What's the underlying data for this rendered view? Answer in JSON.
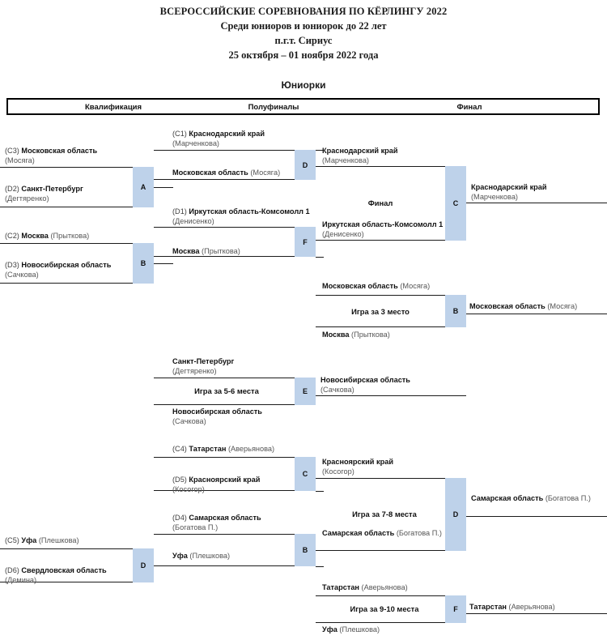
{
  "header": {
    "title_lines": [
      "ВСЕРОССИЙСКИЕ СОРЕВНОВАНИЯ ПО КЁРЛИНГУ 2022",
      "Среди юниоров и юниорок до 22 лет",
      "п.г.т. Сириус",
      "25 октября – 01 ноября 2022 года"
    ],
    "category": "Юниорки",
    "columns": [
      "Квалификация",
      "Полуфиналы",
      "Финал"
    ]
  },
  "colors": {
    "chip": "#bed2ea",
    "line": "#1b1b1b",
    "text": "#111111",
    "coach": "#555555"
  },
  "qualification": [
    {
      "chip": "A",
      "top": {
        "seed": "(C3)",
        "team": "Московская область",
        "coach": "(Мосяга)"
      },
      "bottom": {
        "seed": "(D2)",
        "team": "Санкт-Петербург",
        "coach": "(Дегтяренко)"
      }
    },
    {
      "chip": "B",
      "top": {
        "seed": "(C2)",
        "team": "Москва",
        "coach": "(Прыткова)"
      },
      "bottom": {
        "seed": "(D3)",
        "team": "Новосибирская область",
        "coach": "(Сачкова)"
      }
    },
    {
      "chip": "C",
      "top": {
        "seed": "(C4)",
        "team": "Татарстан",
        "coach": "(Аверьянова)"
      },
      "bottom": {
        "seed": "(D5)",
        "team": "Красноярский край",
        "coach": "(Косогор)"
      }
    },
    {
      "chip": "B",
      "top": {
        "seed": "(D4)",
        "team": "Самарская область",
        "coach": "(Богатова П.)"
      },
      "bottom": {
        "seed": "",
        "team": "Уфа",
        "coach": "(Плешкова)"
      }
    },
    {
      "chip": "D",
      "top": {
        "seed": "(C5)",
        "team": "Уфа",
        "coach": "(Плешкова)"
      },
      "bottom": {
        "seed": "(D6)",
        "team": "Свердловская область",
        "coach": "(Демина)"
      }
    }
  ],
  "semifinals": [
    {
      "chip": "D",
      "top": {
        "seed": "(C1)",
        "team": "Краснодарский край",
        "coach": "(Марченкова)"
      },
      "bottom": {
        "seed": "",
        "team": "Московская область",
        "coach": "(Мосяга)"
      },
      "winner": {
        "team": "Краснодарский край",
        "coach": "(Марченкова)"
      }
    },
    {
      "chip": "F",
      "top": {
        "seed": "(D1)",
        "team": "Иркутская область-Комсомолл 1",
        "coach": "(Денисенко)"
      },
      "bottom": {
        "seed": "",
        "team": "Москва",
        "coach": "(Прыткова)"
      },
      "winner": {
        "team": "Иркутская область-Комсомолл 1",
        "coach": "(Денисенко)"
      }
    }
  ],
  "matches": [
    {
      "id": "final",
      "label": "Финал",
      "chip": "C",
      "top": {
        "team": "Краснодарский край",
        "coach": "(Марченкова)"
      },
      "bottom": {
        "team": "Иркутская область-Комсомолл 1",
        "coach": "(Денисенко)"
      },
      "winner": {
        "team": "Краснодарский край",
        "coach": "(Марченкова)"
      }
    },
    {
      "id": "third-place",
      "label": "Игра за 3 место",
      "chip": "B",
      "top": {
        "team": "Московская область",
        "coach": "(Мосяга)"
      },
      "bottom": {
        "team": "Москва",
        "coach": "(Прыткова)"
      },
      "winner": {
        "team": "Московская область",
        "coach": "(Мосяга)"
      }
    },
    {
      "id": "fifth-sixth",
      "label": "Игра за 5-6 места",
      "chip": "E",
      "top": {
        "team": "Санкт-Петербург",
        "coach": "(Дегтяренко)"
      },
      "bottom": {
        "team": "Новосибирская область",
        "coach": "(Сачкова)"
      },
      "winner": {
        "team": "Новосибирская область",
        "coach": "(Сачкова)"
      }
    },
    {
      "id": "seventh-eighth",
      "label": "Игра за 7-8 места",
      "chip": "D",
      "top": {
        "team": "Красноярский край",
        "coach": "(Косогор)"
      },
      "bottom": {
        "team": "Самарская область",
        "coach": "(Богатова П.)"
      },
      "winner": {
        "team": "Самарская область",
        "coach": "(Богатова П.)"
      }
    },
    {
      "id": "ninth-tenth",
      "label": "Игра за 9-10 места",
      "chip": "F",
      "top": {
        "team": "Татарстан",
        "coach": "(Аверьянова)"
      },
      "bottom": {
        "team": "Уфа",
        "coach": "(Плешкова)"
      },
      "winner": {
        "team": "Татарстан",
        "coach": "(Аверьянова)"
      }
    }
  ],
  "qual_winners": [
    {
      "team": "Московская область",
      "coach": "(Мосяга)"
    },
    {
      "team": "Москва",
      "coach": "(Прыткова)"
    },
    {
      "team": "Красноярский край",
      "coach": "(Косогор)"
    },
    {
      "team": "Самарская область",
      "coach": "(Богатова П.)"
    },
    {
      "team": "Уфа",
      "coach": "(Плешкова)"
    }
  ]
}
